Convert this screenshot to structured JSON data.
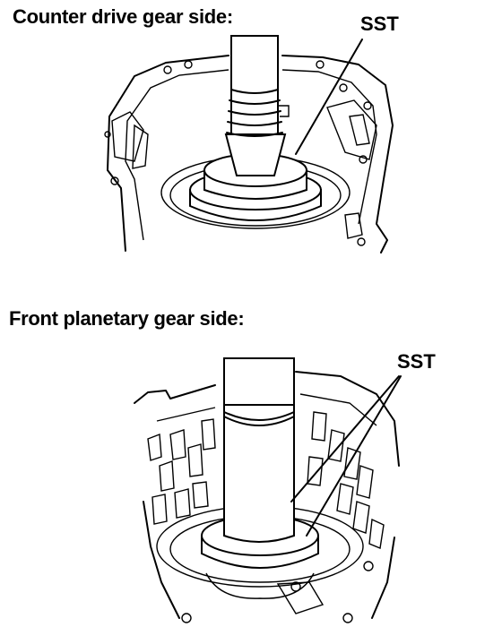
{
  "figure_top": {
    "heading": "Counter drive gear side:",
    "callout": "SST"
  },
  "figure_bottom": {
    "heading": "Front planetary gear side:",
    "callout": "SST"
  }
}
